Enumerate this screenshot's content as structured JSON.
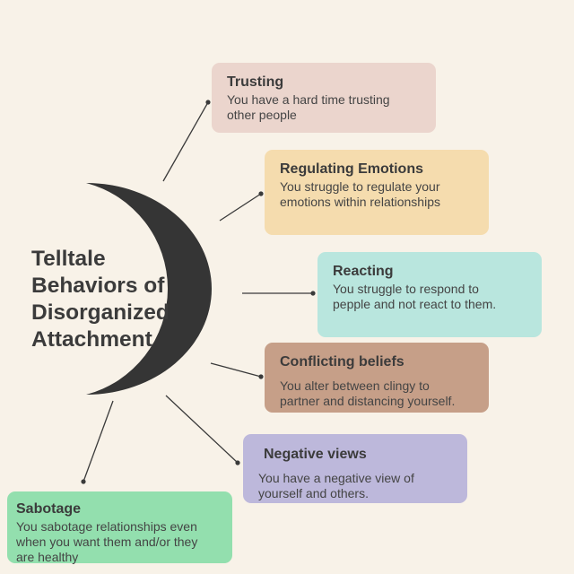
{
  "title_lines": [
    "Telltale",
    "Behaviors of",
    "Disorganized",
    "Attachment"
  ],
  "colors": {
    "background": "#f8f2e8",
    "crescent": "#353535",
    "trusting": "#ebd5cd",
    "regulating": "#f5dcae",
    "reacting": "#b9e6de",
    "conflicting": "#c69f88",
    "negative": "#bdb8db",
    "sabotage": "#93dfae"
  },
  "cards": {
    "trusting": {
      "title": "Trusting",
      "desc_lines": [
        "You have a hard time trusting",
        "other people"
      ]
    },
    "regulating": {
      "title": "Regulating Emotions",
      "desc_lines": [
        "You struggle to regulate your",
        "emotions within relationships"
      ]
    },
    "reacting": {
      "title": "Reacting",
      "desc_lines": [
        "You struggle to respond to",
        "pepple and not react to them."
      ]
    },
    "conflicting": {
      "title": "Conflicting beliefs",
      "desc_lines": [
        "You alter between clingy to",
        "partner and distancing yourself."
      ]
    },
    "negative": {
      "title": "Negative views",
      "desc_lines": [
        "You have a negative view of",
        "yourself and others."
      ]
    },
    "sabotage": {
      "title": "Sabotage",
      "desc_lines": [
        "You sabotage relationships even",
        "when you want them and/or they",
        "are healthy"
      ]
    }
  }
}
